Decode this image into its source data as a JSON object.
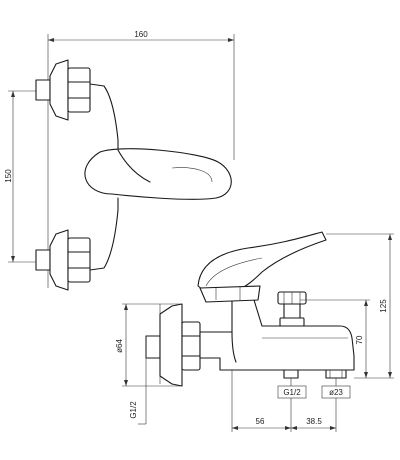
{
  "dimensions": {
    "top_width": "160",
    "valve_spacing": "150",
    "side_height_total": "125",
    "side_height_spout": "70",
    "nut_diameter": "ø64",
    "thread_left": "G1/2",
    "thread_bottom": "G1/2",
    "outlet_diameter": "ø23",
    "bottom_offset_1": "56",
    "bottom_offset_2": "38.5"
  }
}
